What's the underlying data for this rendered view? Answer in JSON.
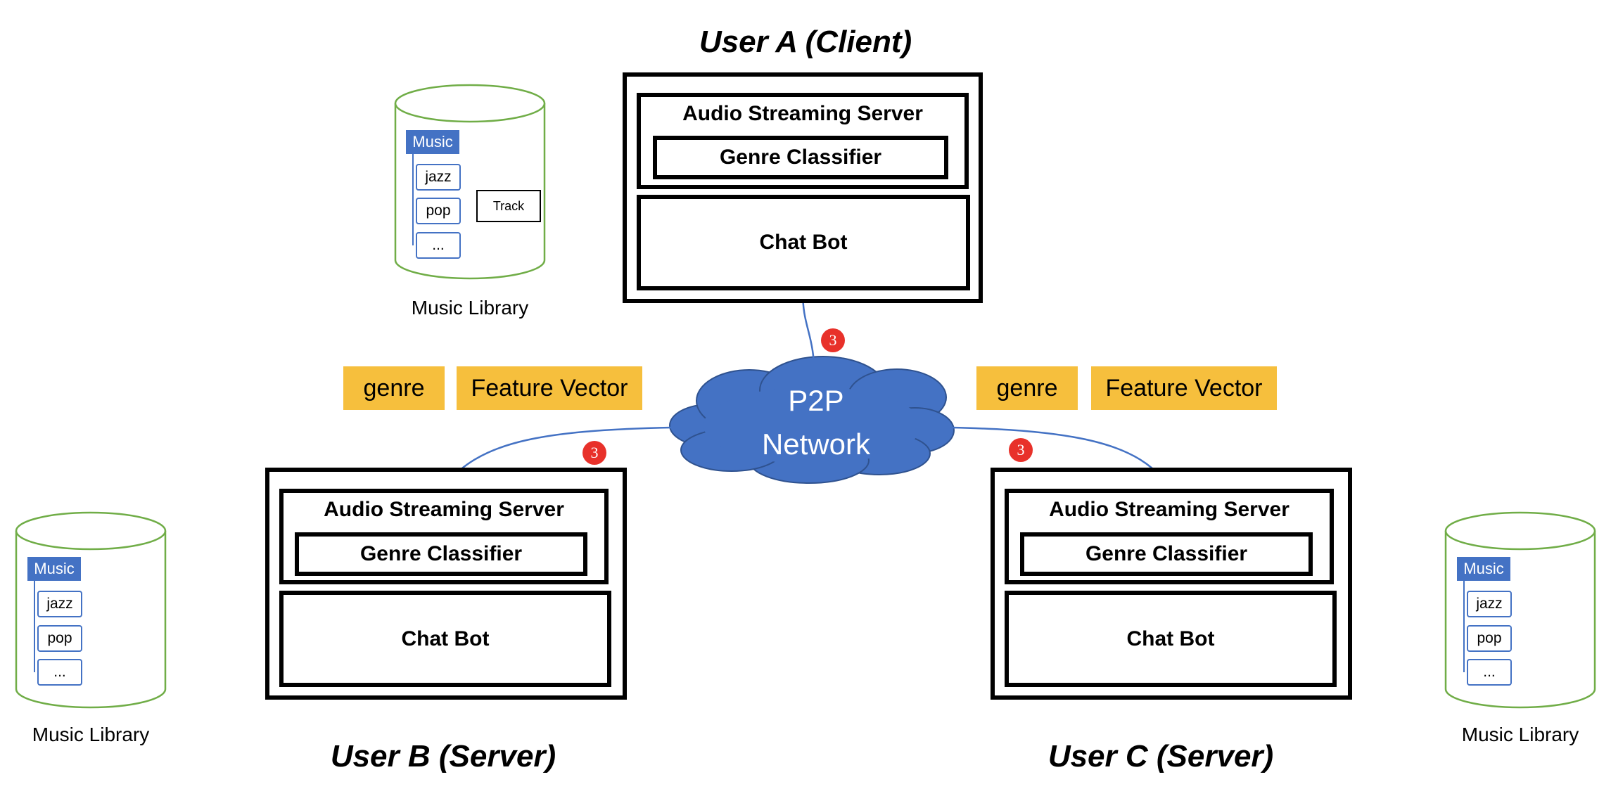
{
  "colors": {
    "cloud_fill": "#4472c4",
    "connector": "#4472c4",
    "cylinder_stroke": "#70ad47",
    "tag_fill": "#f6bf3d",
    "badge_fill": "#e8312a",
    "music_header": "#4472c4"
  },
  "users": {
    "a": {
      "title": "User A (Client)",
      "server": "Audio Streaming Server",
      "classifier": "Genre Classifier",
      "chatbot": "Chat Bot"
    },
    "b": {
      "title": "User B (Server)",
      "server": "Audio Streaming Server",
      "classifier": "Genre Classifier",
      "chatbot": "Chat Bot"
    },
    "c": {
      "title": "User C (Server)",
      "server": "Audio Streaming Server",
      "classifier": "Genre Classifier",
      "chatbot": "Chat Bot"
    }
  },
  "network": {
    "line1": "P2P",
    "line2": "Network"
  },
  "tags": {
    "left": {
      "genre": "genre",
      "feature": "Feature Vector"
    },
    "right": {
      "genre": "genre",
      "feature": "Feature Vector"
    }
  },
  "badges": {
    "a": "3",
    "b": "3",
    "c": "3"
  },
  "libraries": {
    "top": {
      "caption": "Music Library",
      "header": "Music",
      "items": [
        "jazz",
        "pop",
        "..."
      ],
      "track": "Track"
    },
    "left": {
      "caption": "Music Library",
      "header": "Music",
      "items": [
        "jazz",
        "pop",
        "..."
      ]
    },
    "right": {
      "caption": "Music Library",
      "header": "Music",
      "items": [
        "jazz",
        "pop",
        "..."
      ]
    }
  }
}
